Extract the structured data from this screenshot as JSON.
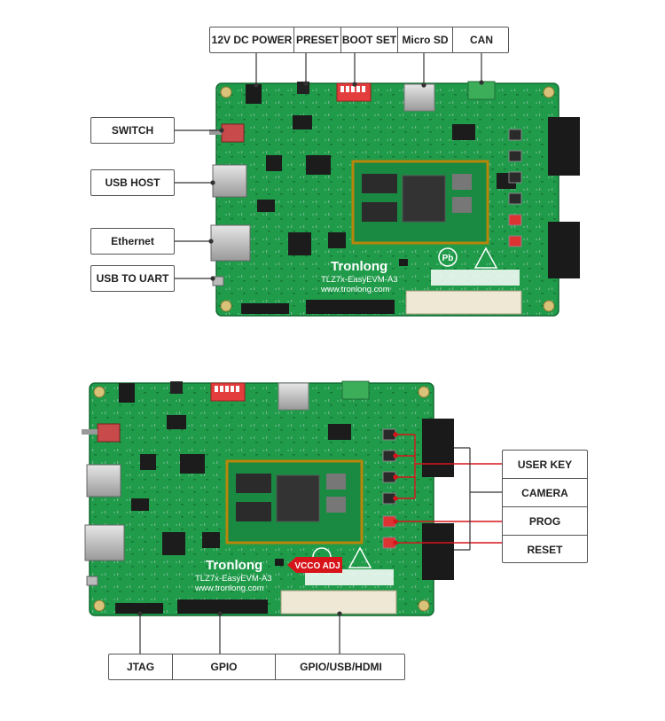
{
  "board1": {
    "brand": "Tronlong",
    "model": "TLZ7x-EasyEVM-A3",
    "url": "www.tronlong.com",
    "top_labels": [
      "12V DC POWER",
      "PRESET",
      "BOOT SET",
      "Micro SD",
      "CAN"
    ],
    "left_labels": [
      "SWITCH",
      "USB HOST",
      "Ethernet",
      "USB TO UART"
    ]
  },
  "board2": {
    "brand": "Tronlong",
    "model": "TLZ7x-EasyEVM-A3",
    "url": "www.tronlong.com",
    "vcco_label": "VCCO ADJ",
    "right_labels": [
      "USER KEY",
      "CAMERA",
      "PROG",
      "RESET"
    ],
    "bottom_labels": [
      "JTAG",
      "GPIO",
      "GPIO/USB/HDMI"
    ]
  },
  "colors": {
    "pcb": "#1f9b4a",
    "pcb_dark": "#157a38",
    "som_border": "#b8860b",
    "callout_red": "#d7141a",
    "label_border": "#555555"
  }
}
